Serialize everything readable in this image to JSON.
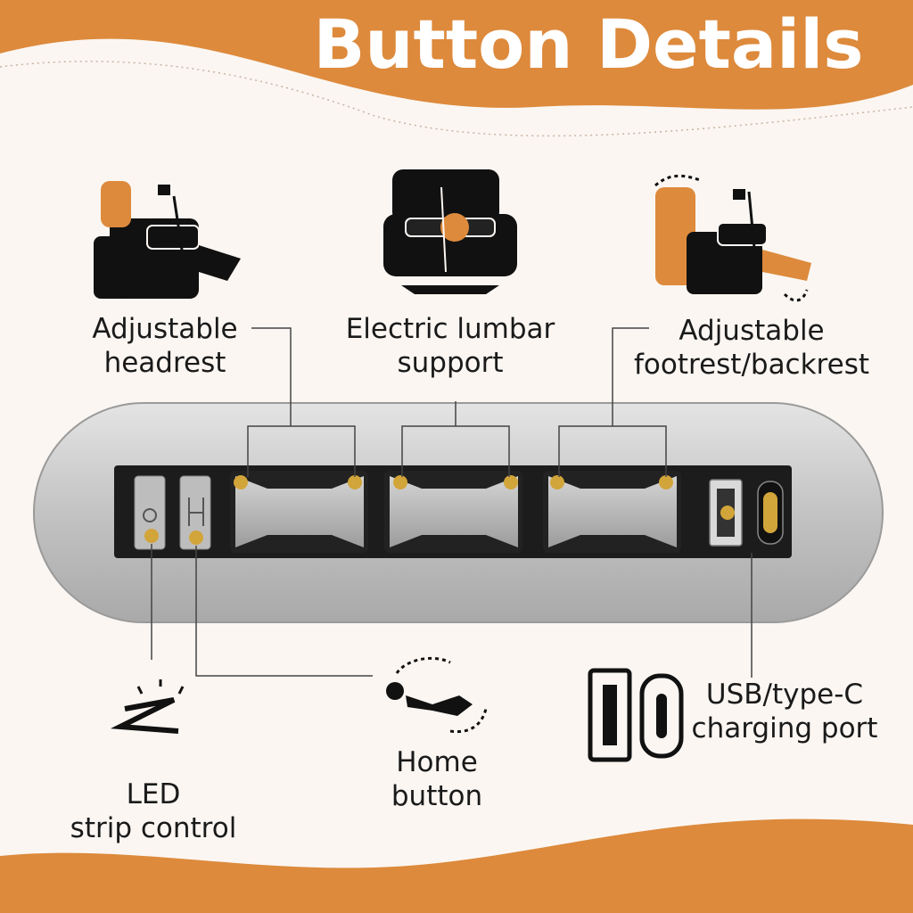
{
  "title": "Button Details",
  "labels": {
    "headrest": [
      "Adjustable",
      "headrest"
    ],
    "lumbar": [
      "Electric lumbar",
      "support"
    ],
    "footrest": [
      "Adjustable",
      "footrest/backrest"
    ],
    "led": [
      "LED",
      "strip control"
    ],
    "home": [
      "Home",
      "button"
    ],
    "usb": [
      "USB/type-C",
      "charging port"
    ]
  },
  "icons": {
    "headrest": "recliner-headrest-icon",
    "lumbar": "recliner-lumbar-icon",
    "footrest": "recliner-footrest-icon",
    "led": "led-strip-icon",
    "home": "home-position-icon",
    "usb": "usb-typec-port-icon"
  },
  "colors": {
    "accent": "#dd8a3c",
    "background": "#fbf6f2",
    "panel": "#c9c9c9",
    "dark": "#1a1a1a",
    "dot": "#d2a53a"
  }
}
